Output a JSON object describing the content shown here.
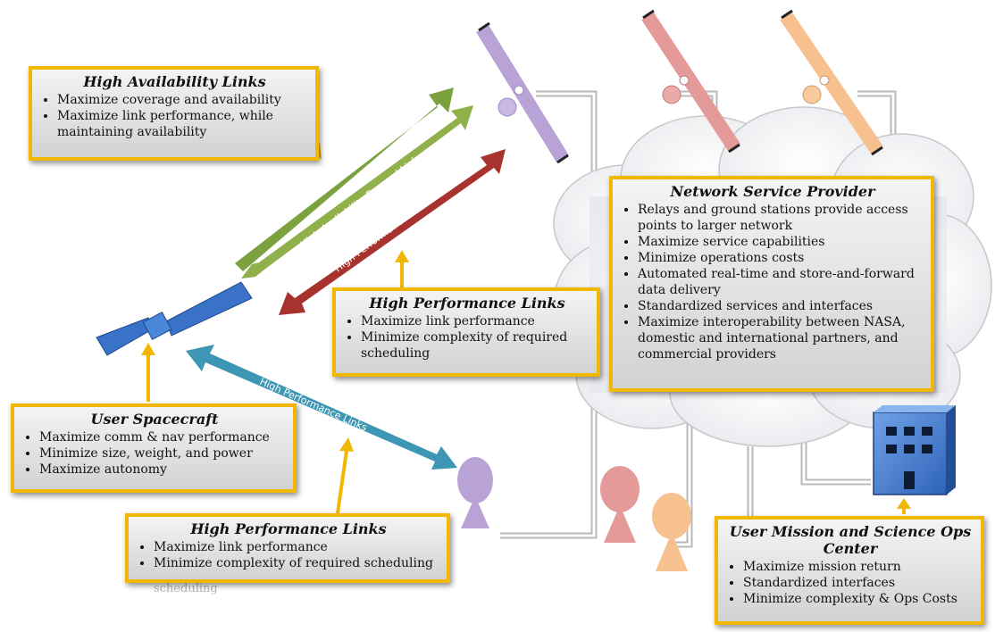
{
  "boxes": {
    "high_availability": {
      "title": "High Availability Links",
      "items": [
        "Maximize coverage and availability",
        "Maximize link performance, while maintaining availability"
      ]
    },
    "high_performance_mid": {
      "title": "High Performance Links",
      "items": [
        "Maximize link performance",
        "Minimize complexity of required scheduling"
      ]
    },
    "network_service_provider": {
      "title": "Network Service Provider",
      "items": [
        "Relays and ground stations provide access points to larger network",
        "Maximize service capabilities",
        "Minimize operations costs",
        "Automated real-time and store-and-forward data delivery",
        "Standardized services and interfaces",
        "Maximize interoperability between NASA, domestic and international partners, and commercial providers"
      ]
    },
    "user_spacecraft": {
      "title": "User Spacecraft",
      "items": [
        "Maximize comm & nav performance",
        "Minimize size, weight, and power",
        "Maximize autonomy"
      ]
    },
    "high_performance_bottom": {
      "title": "High Performance Links",
      "items": [
        "Maximize link performance",
        "Minimize complexity of required scheduling"
      ]
    },
    "user_mission_ops": {
      "title": "User Mission and Science Ops Center",
      "items": [
        "Maximize mission return",
        "Standardized interfaces",
        "Minimize complexity & Ops Costs"
      ]
    }
  },
  "links": {
    "return": "High Availability Return Link",
    "forward": "High Availability Forward Link",
    "perf_space": "High Performance Links",
    "perf_ground": "High Performance Links"
  },
  "ghost_text": "scheduling",
  "colors": {
    "box_border": "#f2b705",
    "return_link": "#7ba23f",
    "forward_link": "#8fb04a",
    "perf_link_red": "#a8332e",
    "perf_link_teal": "#3c96b4",
    "spacecraft": "#3a72c8",
    "sat_purple": "#b9a3d6",
    "sat_pink": "#e59a9a",
    "sat_peach": "#f6c08f"
  },
  "icons": [
    "relay-satellite-icon",
    "user-spacecraft-icon",
    "ground-station-icon",
    "operations-building-icon",
    "network-cloud-icon"
  ]
}
